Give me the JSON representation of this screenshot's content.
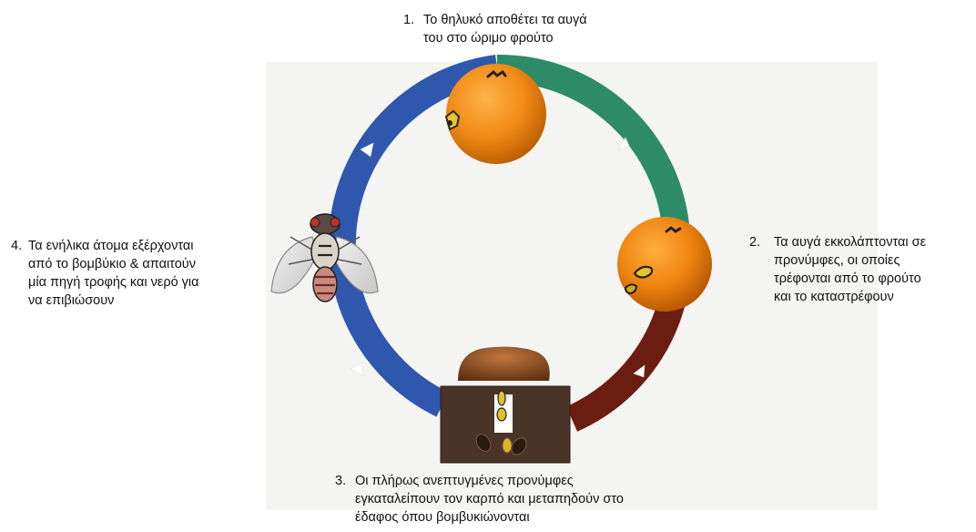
{
  "stages": [
    {
      "number": "1.",
      "lines": [
        "Το θηλυκό αποθέτει τα αυγά",
        "του στο ώριμο φρούτο"
      ]
    },
    {
      "number": "2.",
      "lines": [
        "Τα αυγά εκκολάπτονται σε",
        "προνύμφες, οι οποίες",
        "τρέφονται από το φρούτο",
        "και το καταστρέφουν"
      ]
    },
    {
      "number": "3.",
      "lines": [
        "Οι πλήρως ανεπτυγμένες προνύμφες",
        "εγκαταλείπουν τον καρπό και μεταπηδούν στο",
        "έδαφος όπου βομβυκιώνονται"
      ]
    },
    {
      "number": "4.",
      "lines": [
        "Τα ενήλικα άτομα εξέρχονται",
        "από το βομβύκιο & απαιτούν",
        "μία πηγή τροφής και νερό για",
        "να επιβιώσουν"
      ]
    }
  ],
  "colors": {
    "arc_green": "#2e8b68",
    "arc_brown": "#6b1d12",
    "arc_blue": "#2f57ad",
    "fruit": "#f08a16",
    "soil": "#4a3428"
  },
  "icons": [
    "fruit-icon",
    "larva-icon",
    "pupa-icon",
    "fly-icon",
    "arrow-icon"
  ]
}
